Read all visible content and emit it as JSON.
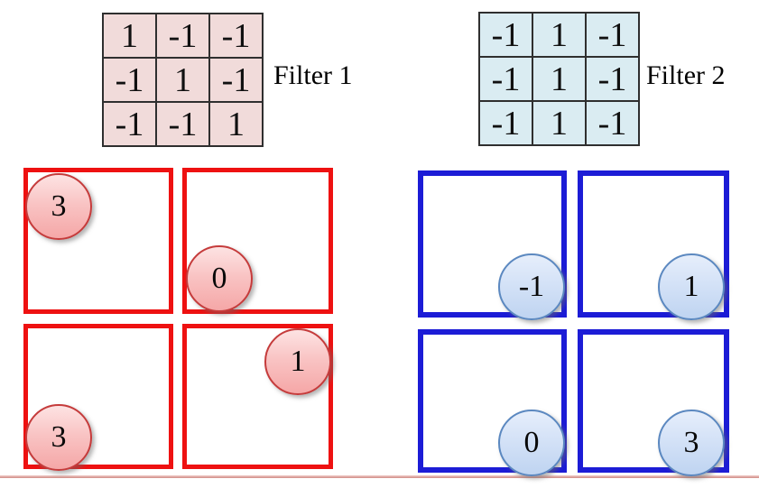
{
  "filters": [
    {
      "label": "Filter 1",
      "matrix": [
        [
          "1",
          "-1",
          "-1"
        ],
        [
          "-1",
          "1",
          "-1"
        ],
        [
          "-1",
          "-1",
          "1"
        ]
      ],
      "cell_bg": "#f1dbda"
    },
    {
      "label": "Filter 2",
      "matrix": [
        [
          "-1",
          "1",
          "-1"
        ],
        [
          "-1",
          "1",
          "-1"
        ],
        [
          "-1",
          "1",
          "-1"
        ]
      ],
      "cell_bg": "#daecf2"
    }
  ],
  "maps": [
    {
      "name": "filter-1-map",
      "accent": "#ee1111",
      "circle_border": "#c53b3b",
      "squares": [
        {
          "value": "3",
          "circle_pos": "top-left"
        },
        {
          "value": "0",
          "circle_pos": "bottom-left"
        },
        {
          "value": "3",
          "circle_pos": "bottom-left"
        },
        {
          "value": "1",
          "circle_pos": "top-right"
        }
      ]
    },
    {
      "name": "filter-2-map",
      "accent": "#1c1cd6",
      "circle_border": "#5b88c0",
      "squares": [
        {
          "value": "-1",
          "circle_pos": "bottom-right"
        },
        {
          "value": "1",
          "circle_pos": "bottom-right"
        },
        {
          "value": "0",
          "circle_pos": "bottom-right"
        },
        {
          "value": "3",
          "circle_pos": "bottom-right"
        }
      ]
    }
  ],
  "decor": {
    "bottom_rule_color": "#cf8b84"
  }
}
